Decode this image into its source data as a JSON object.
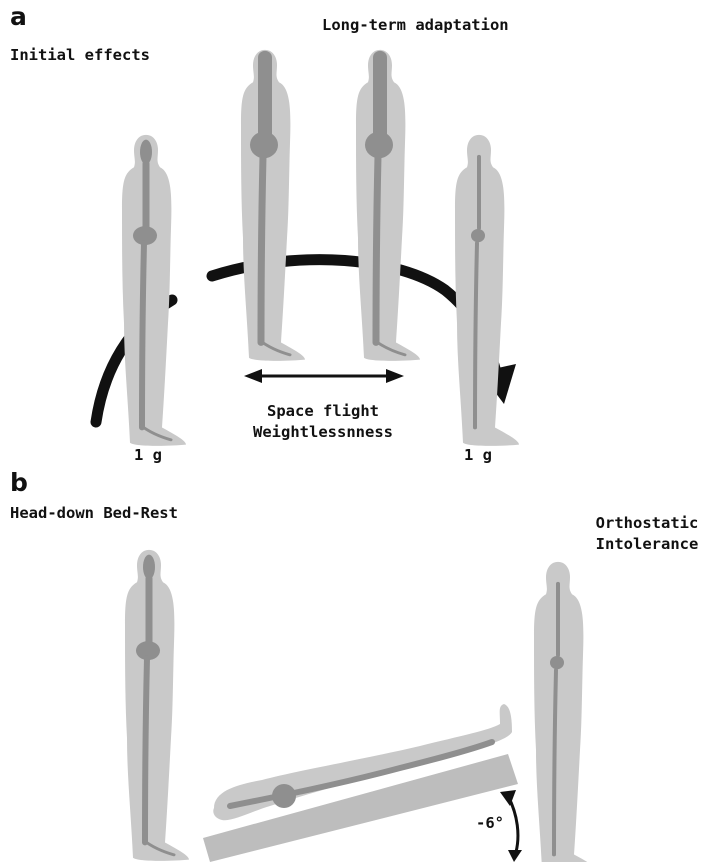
{
  "panel_a": {
    "letter": "a",
    "initial_effects": "Initial effects",
    "long_term": "Long-term adaptation",
    "space_flight_line1": "Space flight",
    "space_flight_line2": "Weightlessnness",
    "gravity_left": "1 g",
    "gravity_right": "1 g"
  },
  "panel_b": {
    "letter": "b",
    "bed_rest": "Head-down Bed-Rest",
    "orthostatic_line1": "Orthostatic",
    "orthostatic_line2": "Intolerance",
    "tilt_angle": "-6°"
  },
  "colors": {
    "body_halo": "#c9c9c9",
    "body_core": "#8f8f8f",
    "arrow": "#111111",
    "bed": "#bdbdbd"
  }
}
